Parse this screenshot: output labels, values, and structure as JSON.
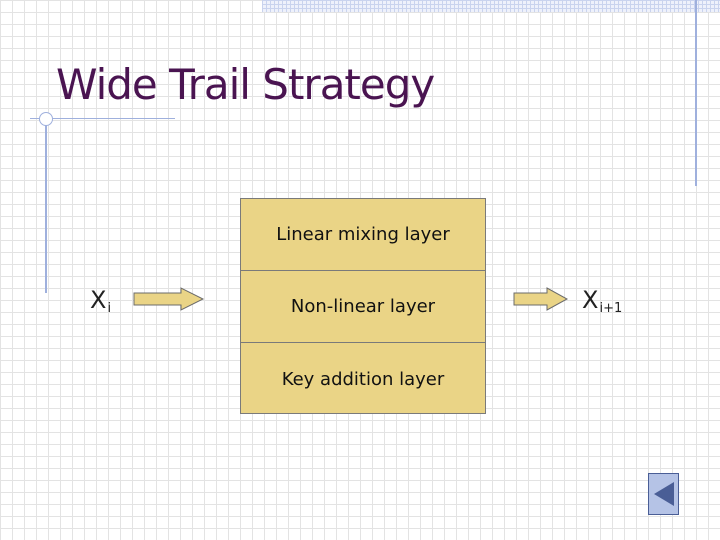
{
  "slide": {
    "title": "Wide Trail Strategy"
  },
  "diagram": {
    "layers": [
      "Linear mixing layer",
      "Non-linear layer",
      "Key addition layer"
    ],
    "input": {
      "base": "X",
      "sub": "i"
    },
    "output": {
      "base": "X",
      "sub": "i+1"
    }
  },
  "colors": {
    "title": "#4a1451",
    "layer_fill": "#ead486",
    "arrow_fill": "#ead486",
    "accent_lines": "#9fb0dd",
    "nav_button": "#b5c3e6"
  },
  "icons": {
    "arrow": "right-arrow-icon",
    "nav": "back-triangle-icon"
  }
}
